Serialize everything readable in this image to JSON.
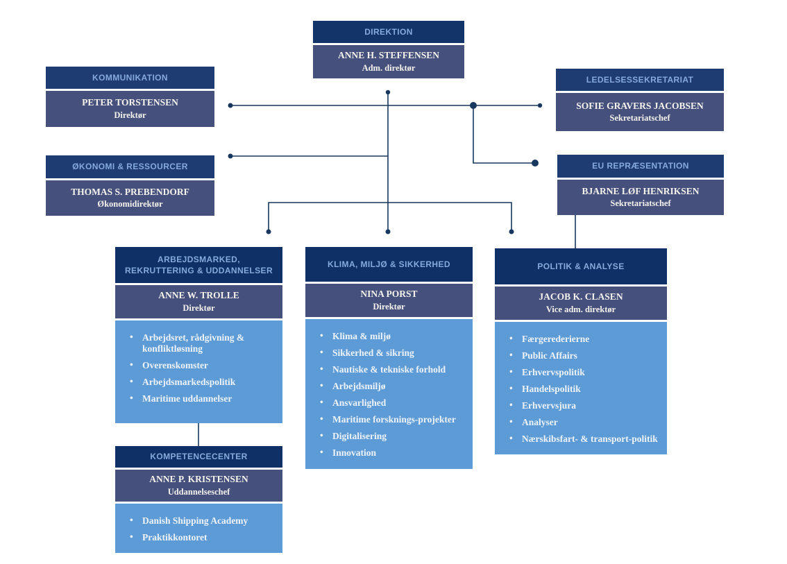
{
  "colors": {
    "dept_header_bg": "#0E3066",
    "top_header_bg": "#133469",
    "side_header_bg": "#1E3B72",
    "header_text": "#86AADB",
    "person_bg": "#45507D",
    "person_text": "#F5F3EC",
    "list_bg": "#5C9BD6",
    "list_text": "#EFF3F8",
    "connector": "#17375E",
    "background": "#FFFFFF"
  },
  "org": {
    "direktion": {
      "dept": "DIREKTION",
      "name": "ANNE H. STEFFENSEN",
      "title": "Adm. direktør"
    },
    "kommunikation": {
      "dept": "KOMMUNIKATION",
      "name": "PETER TORSTENSEN",
      "title": "Direktør"
    },
    "okonomi": {
      "dept": "ØKONOMI & RESSOURCER",
      "name": "THOMAS S. PREBENDORF",
      "title": "Økonomidirektør"
    },
    "ledelse": {
      "dept": "LEDELSESSEKRETARIAT",
      "name": "SOFIE GRAVERS JACOBSEN",
      "title": "Sekretariatschef"
    },
    "eu": {
      "dept": "EU REPRÆSENTATION",
      "name": "BJARNE LØF HENRIKSEN",
      "title": "Sekretariatschef"
    },
    "arbejdsmarked": {
      "dept": "ARBEJDSMARKED, REKRUTTERING & UDDANNELSER",
      "name": "ANNE W. TROLLE",
      "title": "Direktør",
      "items": [
        "Arbejdsret, rådgivning & konfliktløsning",
        "Overenskomster",
        "Arbejdsmarkedspolitik",
        "Maritime uddannelser"
      ]
    },
    "klima": {
      "dept": "KLIMA, MILJØ & SIKKERHED",
      "name": "NINA PORST",
      "title": "Direktør",
      "items": [
        "Klima & miljø",
        "Sikkerhed & sikring",
        "Nautiske & tekniske forhold",
        "Arbejdsmiljø",
        "Ansvarlighed",
        "Maritime forsknings-projekter",
        "Digitalisering",
        "Innovation"
      ]
    },
    "politik": {
      "dept": "POLITIK & ANALYSE",
      "name": "JACOB K. CLASEN",
      "title": "Vice adm. direktør",
      "items": [
        "Færgerederierne",
        "Public Affairs",
        "Erhvervspolitik",
        "Handelspolitik",
        "Erhvervsjura",
        "Analyser",
        "Nærskibsfart- & transport-politik"
      ]
    },
    "kompetence": {
      "dept": "KOMPETENCECENTER",
      "name": "ANNE P. KRISTENSEN",
      "title": "Uddannelseschef",
      "items": [
        "Danish Shipping Academy",
        "Praktikkontoret"
      ]
    }
  }
}
